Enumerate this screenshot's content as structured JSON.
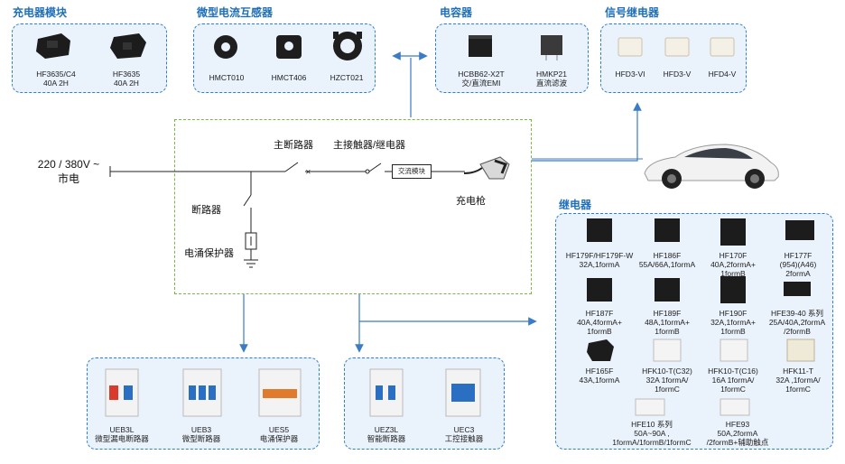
{
  "charger_module": {
    "title": "充电器模块",
    "items": [
      {
        "name": "HF3635/C4",
        "spec": "40A 2H"
      },
      {
        "name": "HF3635",
        "spec": "40A 2H"
      }
    ]
  },
  "current_sensor": {
    "title": "微型电流互感器",
    "items": [
      {
        "name": "HMCT010"
      },
      {
        "name": "HMCT406"
      },
      {
        "name": "HZCT021"
      }
    ]
  },
  "capacitor": {
    "title": "电容器",
    "items": [
      {
        "name": "HCBB62-X2T",
        "spec": "交/直流EMI"
      },
      {
        "name": "HMKP21",
        "spec": "直流滤波"
      }
    ]
  },
  "signal_relay": {
    "title": "信号继电器",
    "items": [
      {
        "name": "HFD3-VI"
      },
      {
        "name": "HFD3-V"
      },
      {
        "name": "HFD4-V"
      }
    ]
  },
  "circuit": {
    "supply_line1": "220 / 380V ~",
    "supply_line2": "市电",
    "main_breaker": "主断路器",
    "main_contactor": "主接触器/继电器",
    "ac_module": "交流模块",
    "charging_gun": "充电枪",
    "breaker": "断路器",
    "surge_protector": "电涌保护器"
  },
  "relay": {
    "title": "继电器",
    "items": [
      {
        "l1": "HF179F/HF179F-W",
        "l2": "32A,1formA",
        "l3": ""
      },
      {
        "l1": "HF186F",
        "l2": "55A/66A,1formA",
        "l3": ""
      },
      {
        "l1": "HF170F",
        "l2": "40A,2formA+",
        "l3": "1formB"
      },
      {
        "l1": "HF177F",
        "l2": "(954)(A46)",
        "l3": "2formA"
      },
      {
        "l1": "HF187F",
        "l2": "40A,4formA+",
        "l3": "1formB"
      },
      {
        "l1": "HF189F",
        "l2": "48A,1formA+",
        "l3": "1formB"
      },
      {
        "l1": "HF190F",
        "l2": "32A,1formA+",
        "l3": "1formB"
      },
      {
        "l1": "HFE39-40 系列",
        "l2": "25A/40A,2formA",
        "l3": "/2formB"
      },
      {
        "l1": "HF165F",
        "l2": "43A,1formA",
        "l3": ""
      },
      {
        "l1": "HFK10-T(C32)",
        "l2": "32A 1formA/",
        "l3": "1formC"
      },
      {
        "l1": "HFK10-T(C16)",
        "l2": "16A 1formA/",
        "l3": "1formC"
      },
      {
        "l1": "HFK11-T",
        "l2": "32A ,1formA/",
        "l3": "1formC"
      },
      {
        "l1": "HFE10 系列",
        "l2": "50A~90A ,",
        "l3": "1formA/1formB/1formC"
      },
      {
        "l1": "HFE93",
        "l2": "50A,2formA",
        "l3": "/2formB+辅助触点"
      }
    ]
  },
  "breakers": {
    "items": [
      {
        "name": "UEB3L",
        "desc": "微型漏电断路器"
      },
      {
        "name": "UEB3",
        "desc": "微型断路器"
      },
      {
        "name": "UES5",
        "desc": "电涌保护器"
      }
    ]
  },
  "smart": {
    "items": [
      {
        "name": "UEZ3L",
        "desc": "智能断路器"
      },
      {
        "name": "UEC3",
        "desc": "工控接触器"
      }
    ]
  },
  "colors": {
    "accent": "#1f6fb8",
    "box_fill": "#eaf2fb",
    "center_border": "#7ab648",
    "arrow": "#3b7cc4"
  }
}
